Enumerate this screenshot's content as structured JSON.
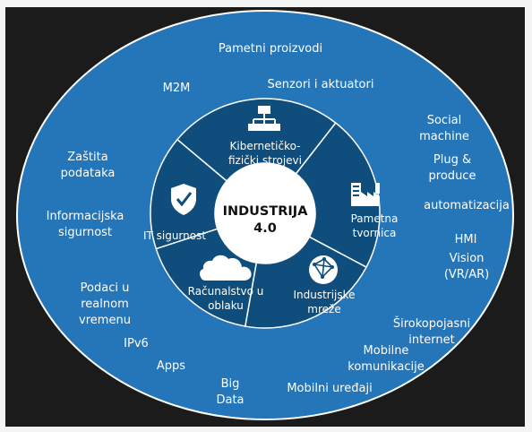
{
  "colors": {
    "frame_bg": "#f4f4f4",
    "background": "#1b1b1b",
    "outer_ring": "#2575b9",
    "inner_ring": "#0f4d7c",
    "segment_border": "#ffffff",
    "center_fill": "#ffffff",
    "center_text": "#111111",
    "text": "#ffffff"
  },
  "center": {
    "line1": "INDUSTRIJA",
    "line2": "4.0"
  },
  "segments": [
    {
      "icon": "network-hierarchy-icon",
      "lines": [
        "Kibernetičko-",
        "fizički strojevi"
      ]
    },
    {
      "icon": "factory-icon",
      "lines": [
        "Pametna",
        "tvornica"
      ]
    },
    {
      "icon": "globe-network-icon",
      "lines": [
        "Industrijske",
        "mreže"
      ]
    },
    {
      "icon": "cloud-icon",
      "lines": [
        "Računalstvo u",
        "oblaku"
      ]
    },
    {
      "icon": "shield-check-icon",
      "lines": [
        "IT sigurnost"
      ]
    }
  ],
  "outer_labels": [
    {
      "lines": [
        "Pametni proizvodi"
      ]
    },
    {
      "lines": [
        "M2M"
      ]
    },
    {
      "lines": [
        "Senzori i aktuatori"
      ]
    },
    {
      "lines": [
        "Social",
        "machine"
      ]
    },
    {
      "lines": [
        "Zaštita",
        "podataka"
      ]
    },
    {
      "lines": [
        "Plug &",
        "produce"
      ]
    },
    {
      "lines": [
        "Informacijska",
        "sigurnost"
      ]
    },
    {
      "lines": [
        "automatizacija"
      ]
    },
    {
      "lines": [
        "HMI"
      ]
    },
    {
      "lines": [
        "Vision",
        "(VR/AR)"
      ]
    },
    {
      "lines": [
        "Podaci u",
        "realnom",
        "vremenu"
      ]
    },
    {
      "lines": [
        "Širokopojasni",
        "internet"
      ]
    },
    {
      "lines": [
        "Mobilne",
        "komunikacije"
      ]
    },
    {
      "lines": [
        "IPv6"
      ]
    },
    {
      "lines": [
        "Apps"
      ]
    },
    {
      "lines": [
        "Big",
        "Data"
      ]
    },
    {
      "lines": [
        "Mobilni uređaji"
      ]
    }
  ]
}
